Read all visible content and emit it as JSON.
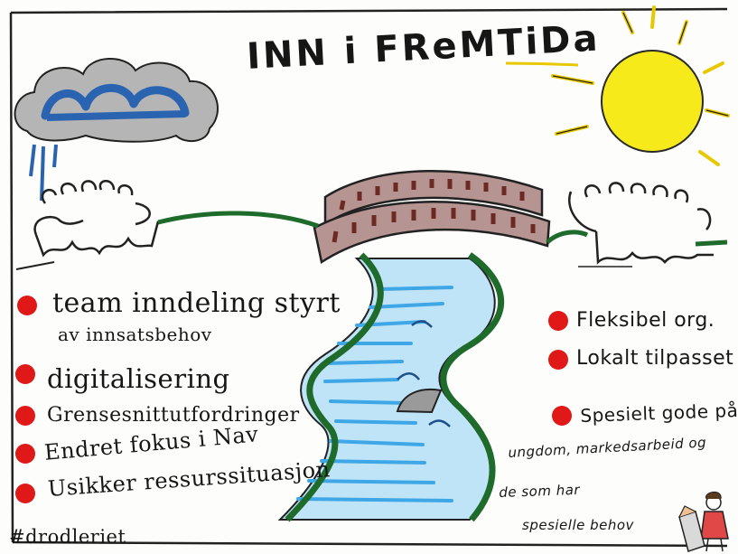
{
  "title": "INN i FReMTiDa",
  "left_points": {
    "item1_line1": "team inndeling styrt",
    "item1_line2": "av innsatsbehov",
    "item2": "digitalisering",
    "item3": "Grensesnittutfordringer",
    "item4": "Endret fokus i Nav",
    "item5": "Usikker ressurssituasjon"
  },
  "right_points": {
    "item1": "Fleksibel org.",
    "item2": "Lokalt tilpasset",
    "item3_line1": "Spesielt gode på",
    "item3_line2": "ungdom, markedsarbeid og",
    "item3_line3": "de som har",
    "item3_line4": "spesielle behov"
  },
  "hashtag": "#drodleriet",
  "colors": {
    "bullet": "#e01818",
    "sun": "#f6ea1a",
    "water": "#3fa7e6",
    "riverbank": "#1e6b2c",
    "bridge": "#6b2a24",
    "cloud": "#9a9a9a",
    "cloud_blue": "#2a64b0"
  },
  "icons": [
    "sun-icon",
    "cloud-icon",
    "bridge-icon",
    "river-icon",
    "fish-fin-icon",
    "crowd-left-icon",
    "crowd-right-icon",
    "person-doodle-icon",
    "pencil-icon"
  ]
}
